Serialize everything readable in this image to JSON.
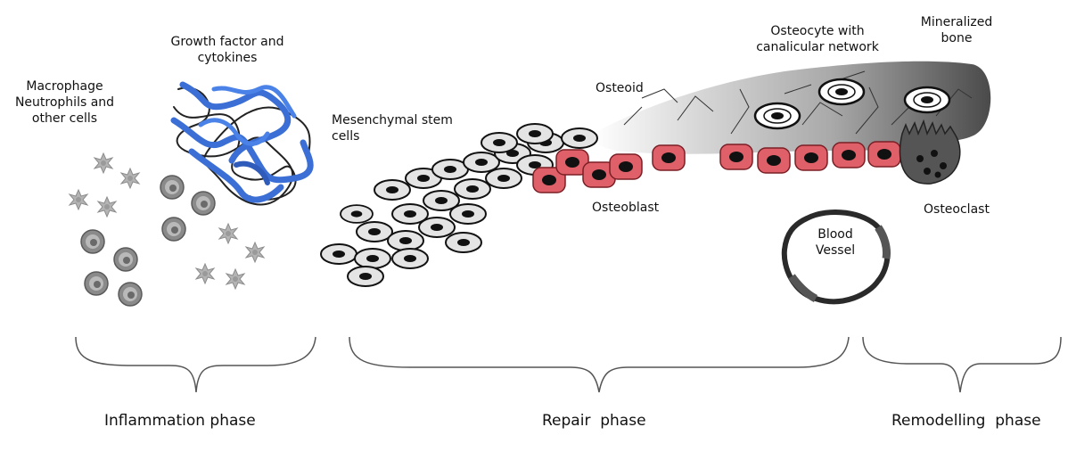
{
  "labels": {
    "growth_factor": "Growth factor and\ncytokines",
    "macrophage": "Macrophage\nNeutrophils and\nother cells",
    "mesenchymal": "Mesenchymal stem\ncells",
    "osteoid": "Osteoid",
    "osteocyte": "Osteocyte with\ncanalicular network",
    "mineralized": "Mineralized\nbone",
    "osteoblast": "Osteoblast",
    "osteoclast": "Osteoclast",
    "blood_vessel": "Blood\nVessel"
  },
  "phases": {
    "inflammation": "Inflammation phase",
    "repair": "Repair  phase",
    "remodelling": "Remodelling  phase"
  },
  "colors": {
    "cytokine_blue": "#3b6fd6",
    "osteoblast_red": "#e0606a",
    "bone_dark": "#5c5c5c",
    "cell_grey": "#d8d8d8"
  }
}
